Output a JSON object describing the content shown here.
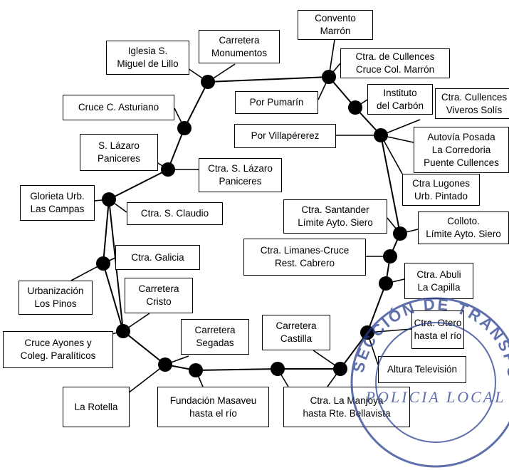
{
  "diagram": {
    "labels": {
      "convento_marron": "Convento\nMarrón",
      "ctra_cullences_cruce": "Ctra. de Cullences\nCruce Col. Marrón",
      "carretera_monumentos": "Carretera\nMonumentos",
      "iglesia_s_miguel": "Iglesia S.\nMiguel de Lillo",
      "instituto_carbon": "Instituto\ndel Carbón",
      "ctra_cullences_viveros": "Ctra. Cullences\nViveros Solís",
      "por_pumarin": "Por Pumarín",
      "cruce_c_asturiano": "Cruce C. Asturiano",
      "por_villaperez": "Por Villapérerez",
      "autovia_posada": "Autovía Posada\nLa Corredoria\nPuente Cullences",
      "s_lazaro_paniceres": "S. Lázaro\nPaniceres",
      "ctra_s_lazaro": "Ctra. S. Lázaro\nPaniceres",
      "ctra_lugones": "Ctra Lugones\nUrb. Pintado",
      "glorieta_las_campas": "Glorieta Urb.\nLas Campas",
      "ctra_s_claudio": "Ctra. S. Claudio",
      "ctra_santander": "Ctra. Santander\nLímite Ayto. Siero",
      "colloto": "Colloto.\nLímite Ayto. Siero",
      "ctra_limanes": "Ctra. Limanes-Cruce\nRest. Cabrero",
      "ctra_galicia": "Ctra. Galicia",
      "ctra_abuli": "Ctra. Abuli\nLa Capilla",
      "urbanizacion_los_pinos": "Urbanización\nLos Pinos",
      "carretera_cristo": "Carretera\nCristo",
      "ctra_otero": "Ctra. Otero\nhasta el río",
      "carretera_segadas": "Carretera\nSegadas",
      "carretera_castilla": "Carretera\nCastilla",
      "cruce_ayones": "Cruce Ayones y\nColeg. Paralíticos",
      "altura_television": "Altura Televisión",
      "la_rotella": "La Rotella",
      "fundacion_masaveu": "Fundación Masaveu\nhasta el río",
      "ctra_la_manjoya": "Ctra. La Manjoya\nhasta Rte. Bellavista"
    },
    "stamp": {
      "text_top": "SECCIÓN DE TRANSPORTES",
      "text_bottom": "POLICIA LOCAL",
      "color": "#2a3f8f"
    },
    "line_color": "#000000",
    "node_color": "#000000"
  }
}
